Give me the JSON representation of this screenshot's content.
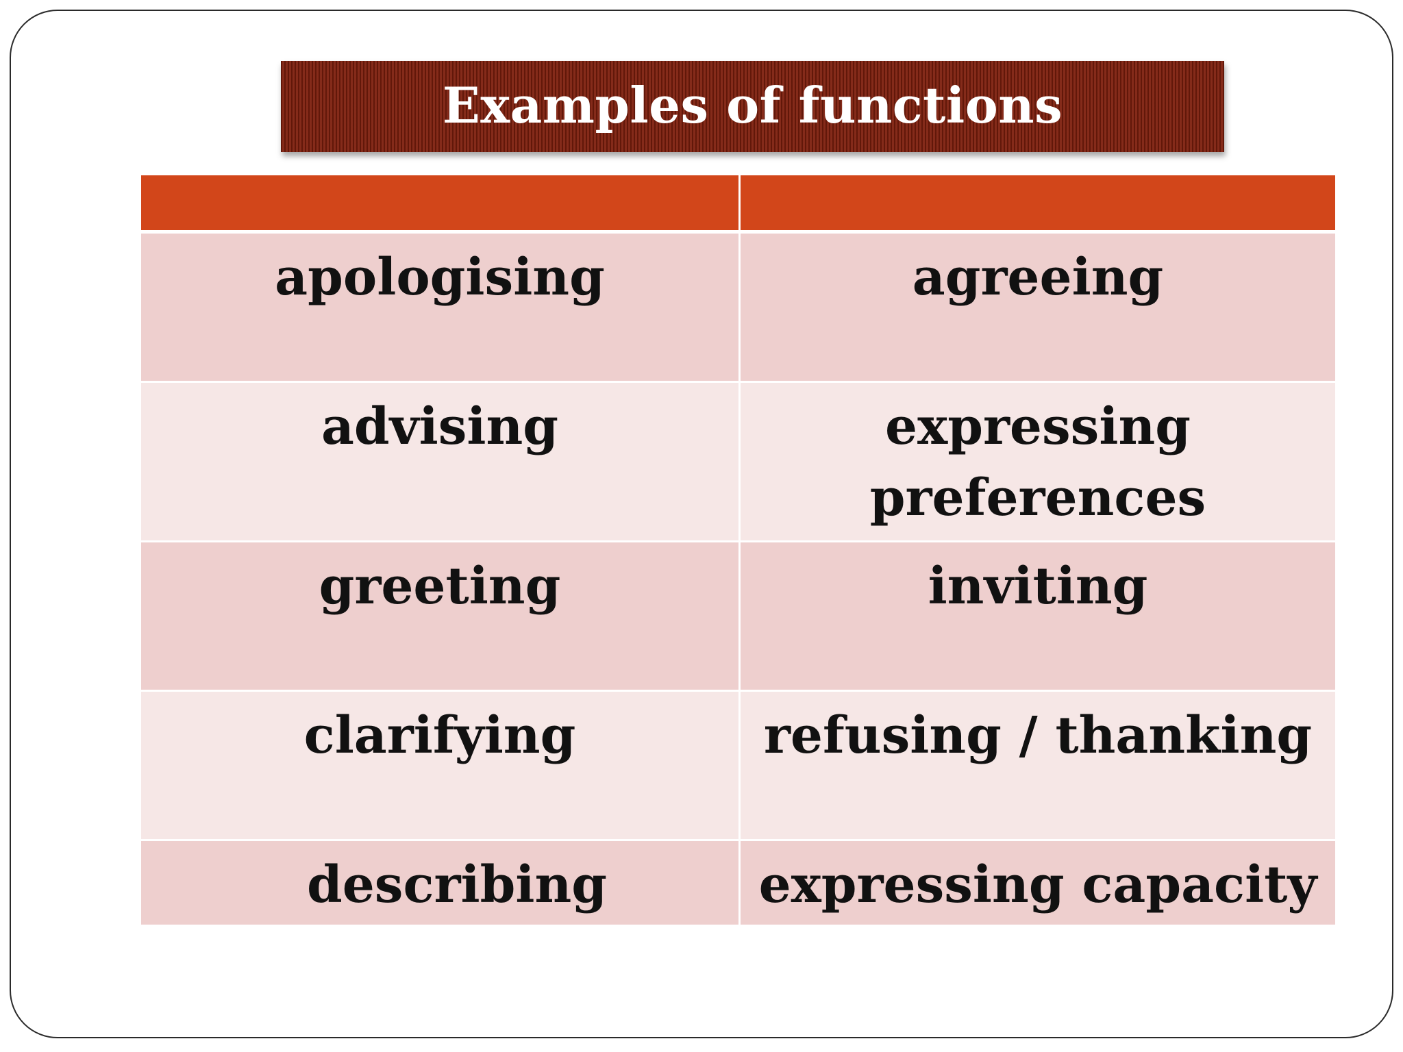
{
  "title": "Examples of functions",
  "table": {
    "headers": [
      "",
      ""
    ],
    "rows": [
      [
        "apologising",
        "agreeing"
      ],
      [
        "advising",
        "expressing preferences"
      ],
      [
        "greeting",
        "inviting"
      ],
      [
        "clarifying",
        "refusing / thanking"
      ],
      [
        "describing",
        "expressing capacity"
      ]
    ]
  },
  "colors": {
    "title_bar": "#7d1e0c",
    "header_row": "#d2461a",
    "row_dark": "#eecfce",
    "row_light": "#f6e7e6"
  }
}
